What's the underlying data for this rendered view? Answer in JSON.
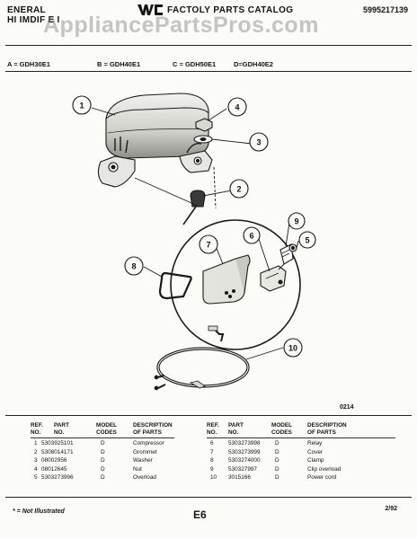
{
  "header": {
    "brand_line1": "ENERAL",
    "brand_line2": "HI IMDIF E I",
    "catalog_title": "FACTOLY PARTS CATALOG",
    "catalog_number": "5995217139",
    "watermark": "AppliancePartsPros.com"
  },
  "models": {
    "a": "A = GDH30E1",
    "b": "B = GDH40E1",
    "c": "C = GDH50E1",
    "d": "D=GDH40E2"
  },
  "diagram": {
    "callouts": [
      "1",
      "2",
      "3",
      "4",
      "5",
      "6",
      "7",
      "8",
      "9",
      "10"
    ],
    "figure_code": "0214"
  },
  "table_headers": {
    "ref": "REF.\nNO.",
    "part": "PART\nNO.",
    "model": "MODEL\nCODES",
    "desc": "DESCRIPTION\nOF PARTS"
  },
  "parts_left": [
    {
      "ref": "1",
      "part": "5303925101",
      "code": "D",
      "desc": "Compressor"
    },
    {
      "ref": "2",
      "part": "5308014171",
      "code": "D",
      "desc": "Grommet"
    },
    {
      "ref": "3",
      "part": "08002956",
      "code": "D",
      "desc": "Washer"
    },
    {
      "ref": "4",
      "part": "08012645",
      "code": "D",
      "desc": "Nut"
    },
    {
      "ref": "5",
      "part": "5303273996",
      "code": "D",
      "desc": "Overload"
    }
  ],
  "parts_right": [
    {
      "ref": "6",
      "part": "5303273998",
      "code": "D",
      "desc": "Relay"
    },
    {
      "ref": "7",
      "part": "5303273999",
      "code": "D",
      "desc": "Cover"
    },
    {
      "ref": "8",
      "part": "5303274000",
      "code": "D",
      "desc": "Clamp"
    },
    {
      "ref": "9",
      "part": "530327997",
      "code": "D",
      "desc": "Clip overload"
    },
    {
      "ref": "10",
      "part": "3015166",
      "code": "D",
      "desc": "Power cord"
    }
  ],
  "footer": {
    "note": "* = Not Illustrated",
    "page": "E6",
    "date": "2/92"
  }
}
